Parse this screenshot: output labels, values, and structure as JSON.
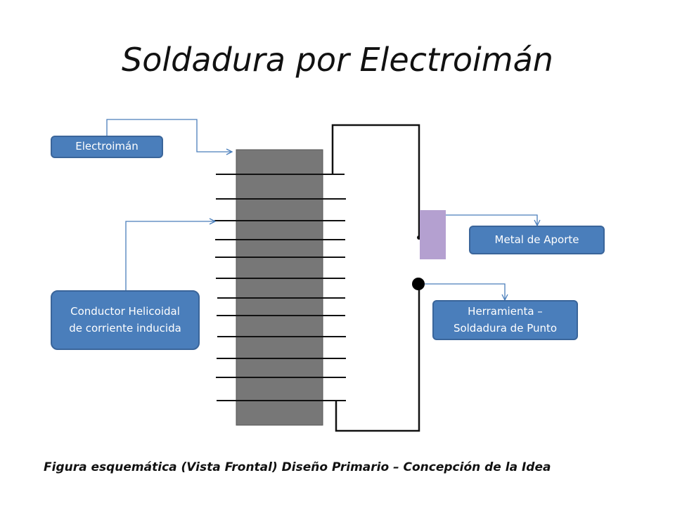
{
  "slide": {
    "title": "Soldadura por Electroimán",
    "caption": "Figura esquemática (Vista Frontal) Diseño Primario – Concepción de la Idea"
  },
  "labels": {
    "electroiman": "Electroimán",
    "conductor_line1": "Conductor Helicoidal",
    "conductor_line2": "de corriente inducida",
    "metal": "Metal de Aporte",
    "herramienta_line1": "Herramienta –",
    "herramienta_line2": "Soldadura de Punto"
  },
  "colors": {
    "label_fill": "#4a7ebb",
    "core": "#777777",
    "filler_metal": "#b4a0d0",
    "connector": "#4a7ebb"
  }
}
